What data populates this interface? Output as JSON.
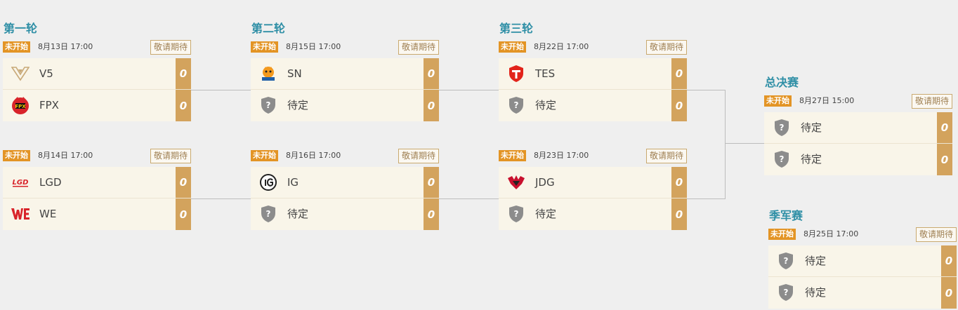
{
  "rounds": {
    "r1": "第一轮",
    "r2": "第二轮",
    "r3": "第三轮",
    "final": "总决赛",
    "third": "季军赛"
  },
  "common": {
    "status": "未开始",
    "await_label": "敬请期待"
  },
  "matches": {
    "m1": {
      "time": "8月13日 17:00",
      "team1": "V5",
      "score1": "0",
      "team2": "FPX",
      "score2": "0"
    },
    "m2": {
      "time": "8月14日 17:00",
      "team1": "LGD",
      "score1": "0",
      "team2": "WE",
      "score2": "0"
    },
    "m3": {
      "time": "8月15日 17:00",
      "team1": "SN",
      "score1": "0",
      "team2": "待定",
      "score2": "0"
    },
    "m4": {
      "time": "8月16日 17:00",
      "team1": "IG",
      "score1": "0",
      "team2": "待定",
      "score2": "0"
    },
    "m5": {
      "time": "8月22日 17:00",
      "team1": "TES",
      "score1": "0",
      "team2": "待定",
      "score2": "0"
    },
    "m6": {
      "time": "8月23日 17:00",
      "team1": "JDG",
      "score1": "0",
      "team2": "待定",
      "score2": "0"
    },
    "m7": {
      "time": "8月27日 15:00",
      "team1": "待定",
      "score1": "0",
      "team2": "待定",
      "score2": "0"
    },
    "m8": {
      "time": "8月25日 17:00",
      "team1": "待定",
      "score1": "0",
      "team2": "待定",
      "score2": "0"
    }
  },
  "logos": {
    "v5": "v5-logo-icon",
    "fpx": "fpx-logo-icon",
    "lgd": "lgd-logo-icon",
    "we": "we-logo-icon",
    "sn": "sn-logo-icon",
    "ig": "ig-logo-icon",
    "tes": "tes-logo-icon",
    "jdg": "jdg-logo-icon",
    "tbd": "question-shield-icon"
  },
  "colors": {
    "round_title": "#2f8fa6",
    "status_badge": "#e39425",
    "score_bg": "#d3a35d",
    "card_bg": "#f9f5e9",
    "page_bg": "#efefef"
  }
}
